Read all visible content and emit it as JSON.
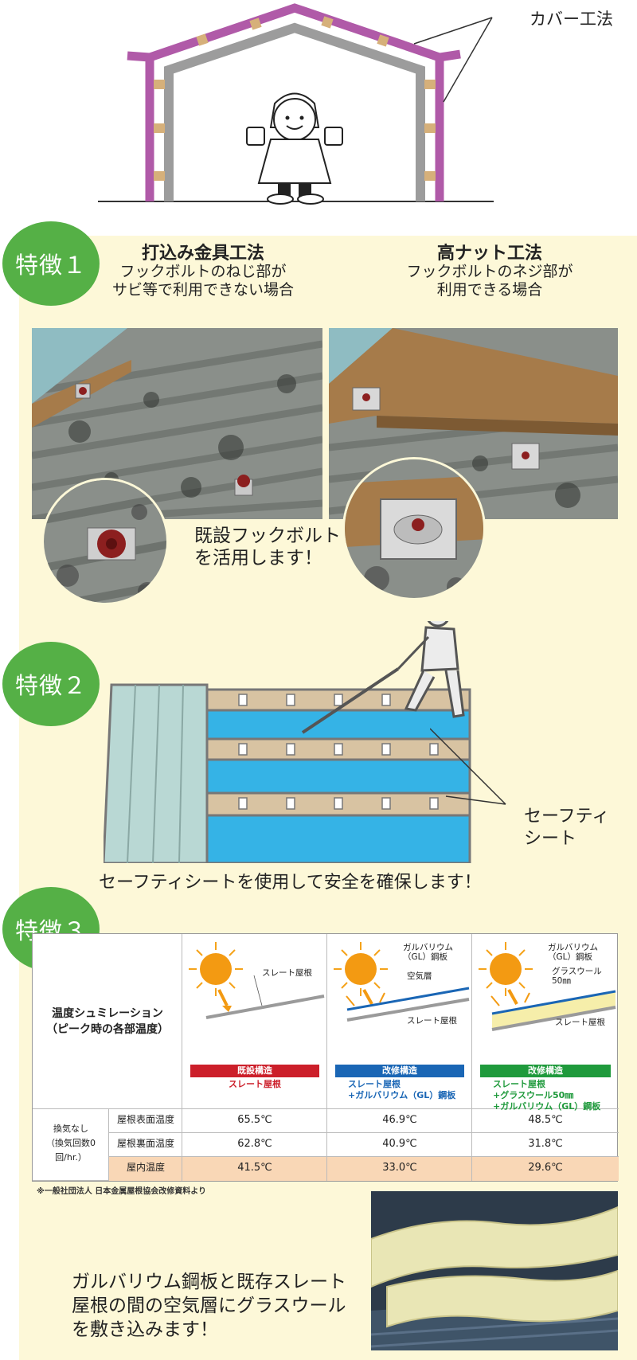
{
  "hero": {
    "label": "カバー工法"
  },
  "feature1": {
    "badge": "特徴１",
    "left": {
      "title": "打込み金具工法",
      "sub": "フックボルトのねじ部が\nサビ等で利用できない場合"
    },
    "right": {
      "title": "高ナット工法",
      "sub": "フックボルトのネジ部が\n利用できる場合"
    },
    "callout": "既設フックボルト\nを活用します！"
  },
  "feature2": {
    "badge": "特徴２",
    "sheet_label": "セーフティ\nシート",
    "caption": "セーフティシートを使用して安全を確保します！"
  },
  "feature3": {
    "badge": "特徴３",
    "table": {
      "title": "温度シュミレーション\n（ピーク時の各部温度）",
      "columns": [
        {
          "tag": "既設構造",
          "desc": "スレート屋根",
          "color": "#cc1f2a",
          "labels": [
            "スレート屋根"
          ]
        },
        {
          "tag": "改修構造",
          "desc": "スレート屋根\n+ガルバリウム（GL）鋼板",
          "color": "#1a66b5",
          "labels": [
            "ガルバリウム\n（GL）鋼板",
            "空気層",
            "スレート屋根"
          ]
        },
        {
          "tag": "改修構造",
          "desc": "スレート屋根\n+グラスウール50㎜\n+ガルバリウム（GL）鋼板",
          "color": "#1f9a3c",
          "labels": [
            "ガルバリウム\n（GL）鋼板",
            "グラスウール\n50㎜",
            "スレート屋根"
          ]
        }
      ],
      "group_label": "換気なし\n（換気回数0回/hr.）",
      "rows": [
        {
          "label": "屋根表面温度",
          "values": [
            "65.5℃",
            "46.9℃",
            "48.5℃"
          ]
        },
        {
          "label": "屋根裏面温度",
          "values": [
            "62.8℃",
            "40.9℃",
            "31.8℃"
          ]
        },
        {
          "label": "屋内温度",
          "values": [
            "41.5℃",
            "33.0℃",
            "29.6℃"
          ]
        }
      ],
      "source": "※一般社団法人 日本金属屋根協会改修資料より"
    },
    "bottom_text": "ガルバリウム鋼板と既存スレート\n屋根の間の空気層にグラスウール\nを敷き込みます！"
  },
  "colors": {
    "badge": "#55b046",
    "panel": "#fdf8d8",
    "roof_cover": "#b05aa8",
    "frame": "#9c9c9c",
    "wood": "#c8a06a"
  }
}
